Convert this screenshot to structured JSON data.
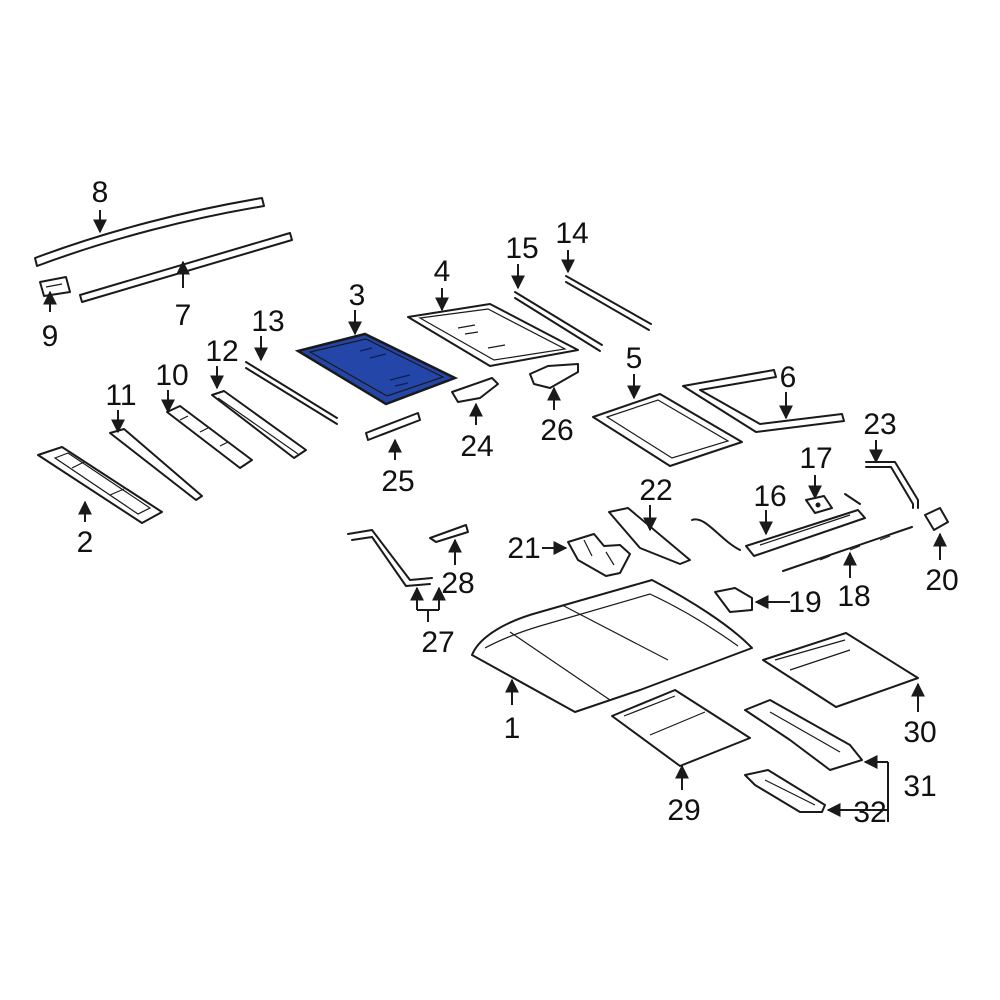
{
  "highlight_color": "#2446a8",
  "highlighted_part": "3",
  "callouts": {
    "c1": "1",
    "c2": "2",
    "c3": "3",
    "c4": "4",
    "c5": "5",
    "c6": "6",
    "c7": "7",
    "c8": "8",
    "c9": "9",
    "c10": "10",
    "c11": "11",
    "c12": "12",
    "c13": "13",
    "c14": "14",
    "c15": "15",
    "c16": "16",
    "c17": "17",
    "c18": "18",
    "c19": "19",
    "c20": "20",
    "c21": "21",
    "c22": "22",
    "c23": "23",
    "c24": "24",
    "c25": "25",
    "c26": "26",
    "c27": "27",
    "c28": "28",
    "c29": "29",
    "c30": "30",
    "c31": "31",
    "c32": "32"
  }
}
